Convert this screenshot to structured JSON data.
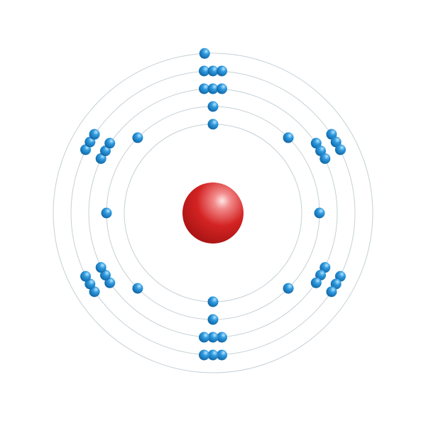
{
  "diagram": {
    "type": "bohr-atom",
    "shell_electrons": [
      2,
      8,
      18,
      18,
      1
    ],
    "colors": {
      "background": "#ffffff",
      "orbit": "#c5d0d6",
      "nucleus": "#d42323",
      "nucleus_highlight": "#ffd6d6",
      "electron": "#1673b3",
      "electron_highlight": "#7fc8ef"
    }
  }
}
